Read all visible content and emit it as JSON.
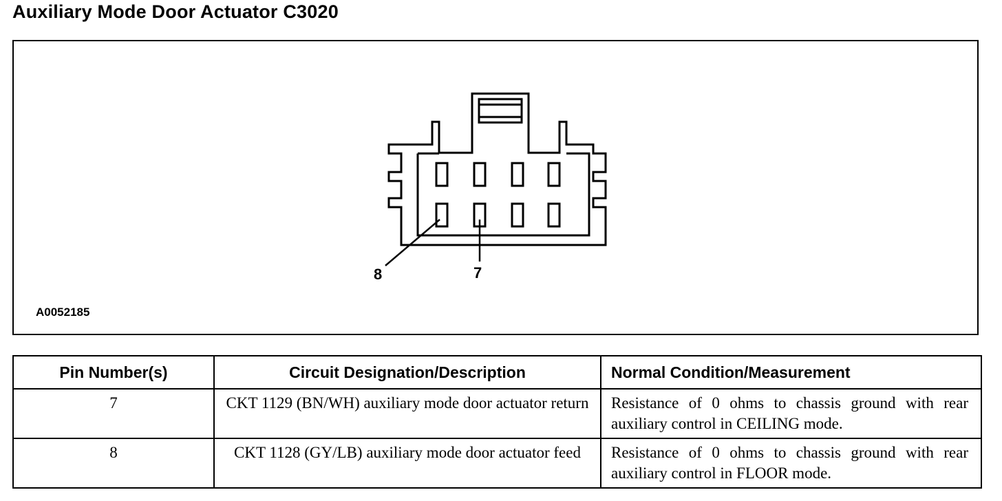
{
  "title": "Auxiliary Mode Door Actuator C3020",
  "diagram": {
    "figure_id": "A0052185",
    "callouts": [
      {
        "pin": "8"
      },
      {
        "pin": "7"
      }
    ]
  },
  "table": {
    "headers": [
      "Pin Number(s)",
      "Circuit Designation/Description",
      "Normal Condition/Measurement"
    ],
    "rows": [
      {
        "pin": "7",
        "circuit": "CKT 1129 (BN/WH) auxiliary mode door actuator return",
        "condition": "Resistance of 0 ohms to chassis ground with rear auxiliary control in CEILING mode."
      },
      {
        "pin": "8",
        "circuit": "CKT 1128 (GY/LB) auxiliary mode door actuator feed",
        "condition": "Resistance of 0 ohms to chassis ground with rear auxiliary control in FLOOR mode."
      }
    ]
  }
}
